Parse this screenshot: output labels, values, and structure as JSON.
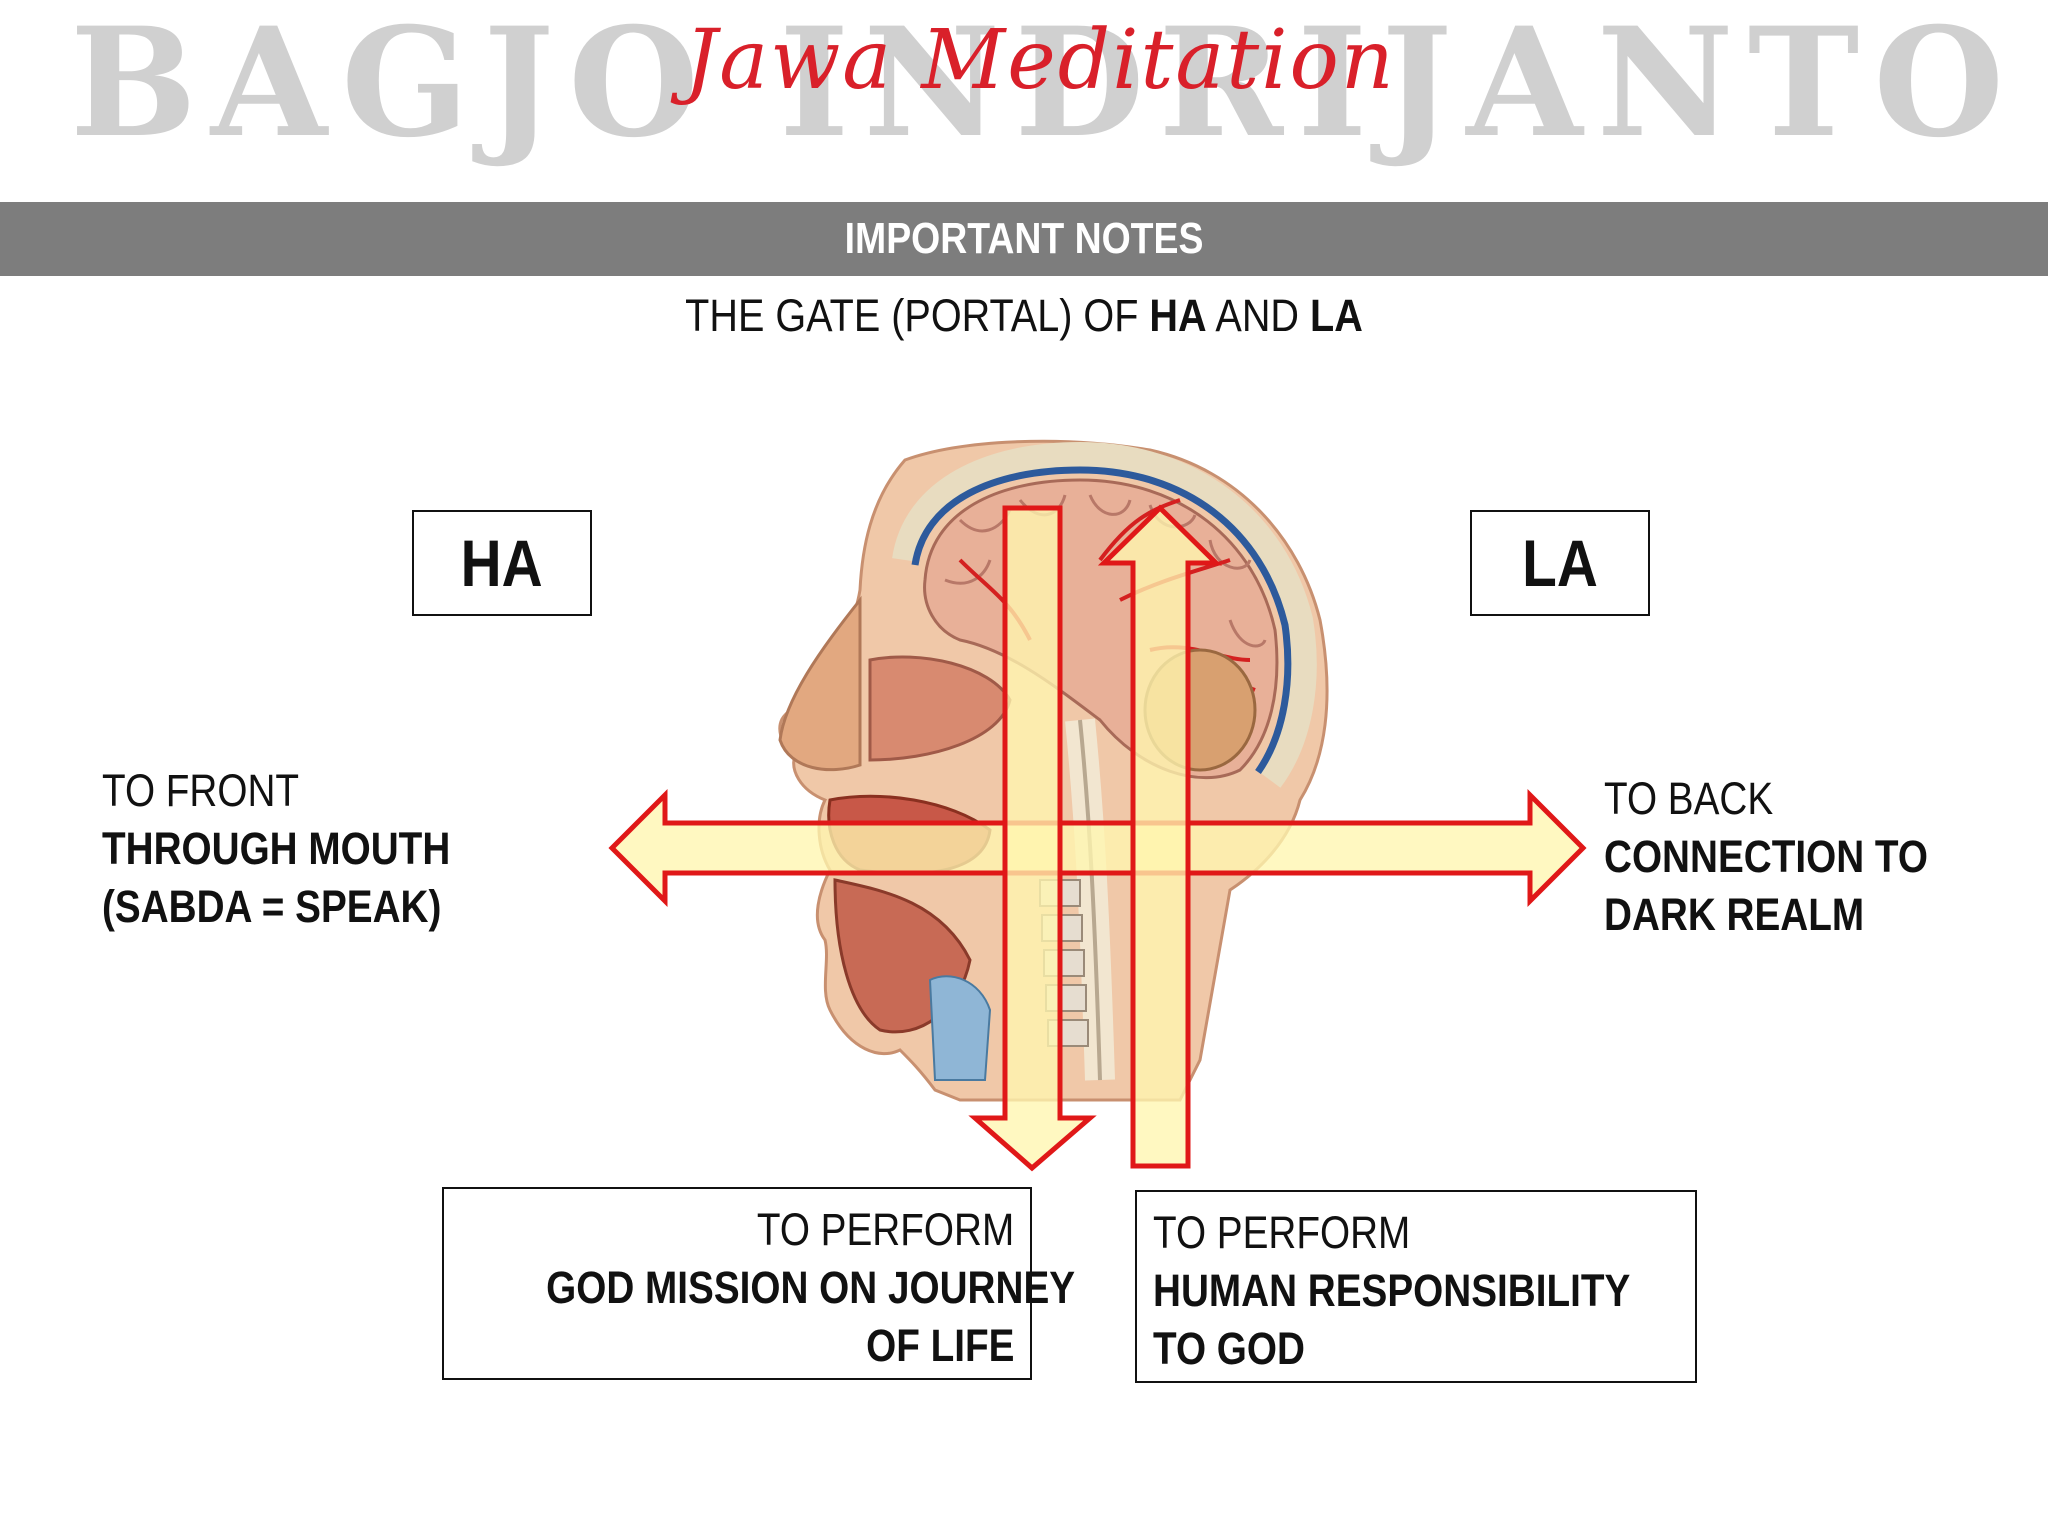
{
  "header": {
    "brand": "BAGJO INDRIJANTO",
    "script_title": "Jawa Meditation",
    "banner": "IMPORTANT NOTES"
  },
  "subtitle": {
    "part1": "THE GATE (PORTAL) OF ",
    "ha": "HA",
    "part2": " AND ",
    "la": "LA"
  },
  "labels": {
    "ha": "HA",
    "la": "LA"
  },
  "left_note": {
    "line1": "TO FRONT",
    "line2": "THROUGH MOUTH",
    "line3": "(SABDA = SPEAK)"
  },
  "right_note": {
    "line1": "TO BACK",
    "line2": "CONNECTION TO",
    "line3": "DARK REALM"
  },
  "bottom_left_box": {
    "line1": "TO PERFORM",
    "line2": "GOD MISSION ON JOURNEY",
    "line3": "OF LIFE"
  },
  "bottom_right_box": {
    "line1": "TO PERFORM",
    "line2": "HUMAN RESPONSIBILITY",
    "line3": "TO GOD"
  },
  "colors": {
    "arrow_stroke": "#e01818",
    "arrow_fill": "#fff6b0",
    "banner": "#7d7d7d",
    "brand": "#d0d0d0",
    "script": "#d9202a"
  }
}
